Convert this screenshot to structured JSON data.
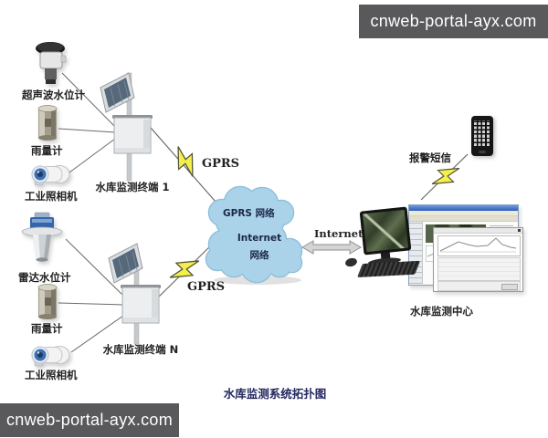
{
  "watermark": {
    "top": "cnweb-portal-ayx.com",
    "bottom": "cnweb-portal-ayx.com"
  },
  "terminal1": {
    "sensor1_label": "超声波水位计",
    "sensor2_label": "雨量计",
    "sensor3_label": "工业照相机",
    "label": "水库监测终端 1",
    "gprs_label": "GPRS"
  },
  "terminalN": {
    "sensor1_label": "雷达水位计",
    "sensor2_label": "雨量计",
    "sensor3_label": "工业照相机",
    "label": "水库监测终端 N",
    "gprs_label": "GPRS"
  },
  "cloud": {
    "gprs_network": "GPRS 网络",
    "internet_line1": "Internet",
    "internet_line2": "网络"
  },
  "link": {
    "internet_label": "Internet"
  },
  "alarm": {
    "label": "报警短信"
  },
  "center": {
    "label": "水库监测中心"
  },
  "caption": "水库监测系统拓扑图",
  "colors": {
    "banner_bg": "#59595b",
    "cloud_fill": "#aad3ea",
    "cloud_edge": "#8cbcd9",
    "bolt_fill": "#f3f04d",
    "caption_text": "#23275f",
    "wire": "#6a6a6a"
  }
}
